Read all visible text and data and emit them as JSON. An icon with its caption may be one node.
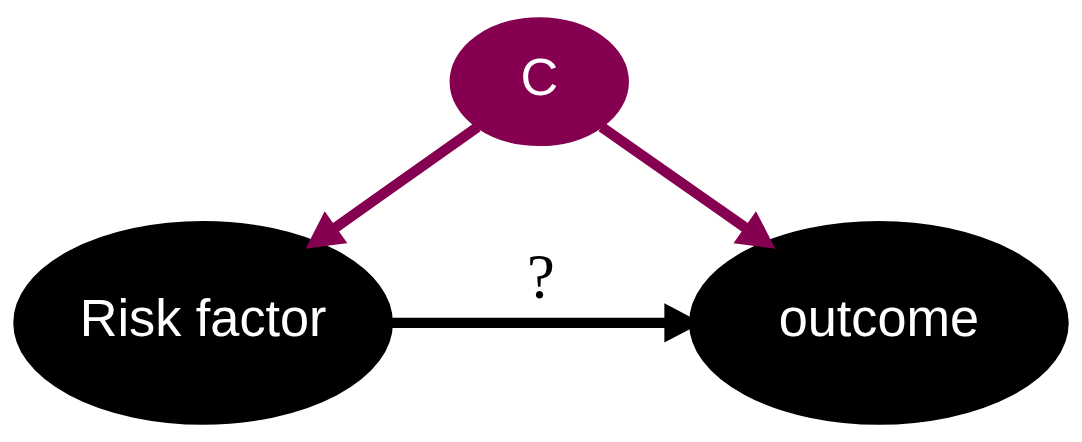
{
  "diagram": {
    "nodes": [
      {
        "text": [
          "C"
        ]
      },
      {
        "text": [
          "Risk factor"
        ]
      },
      {
        "text": [
          "outcome"
        ]
      }
    ],
    "edges": [
      {
        "from": 0,
        "to": 1,
        "arrow": "to"
      },
      {
        "from": 0,
        "to": 2,
        "arrow": "to"
      },
      {
        "from": 1,
        "to": 2,
        "arrow": "to",
        "label": "?",
        "color": "#000000"
      }
    ]
  }
}
